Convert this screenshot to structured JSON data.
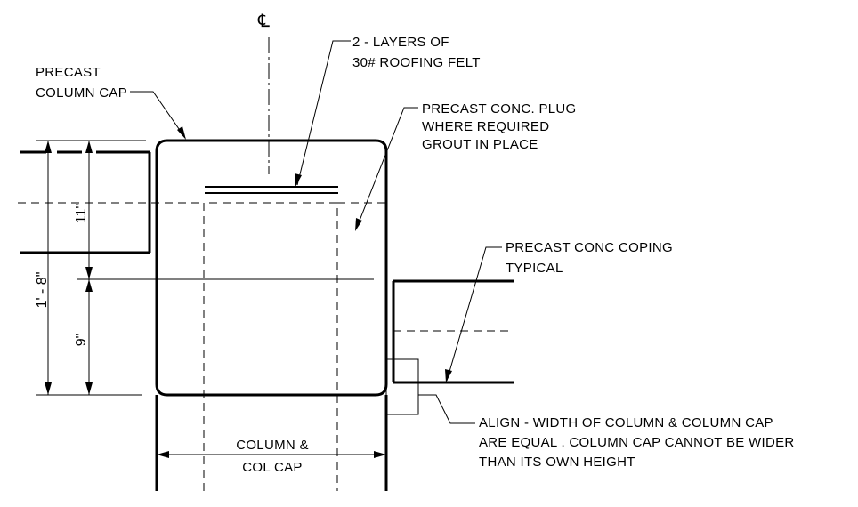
{
  "centerline_symbol": "℄",
  "labels": {
    "roofing_felt_line1": "2 - LAYERS OF",
    "roofing_felt_line2": "30# ROOFING FELT",
    "column_cap_line1": "PRECAST",
    "column_cap_line2": "COLUMN CAP",
    "plug_line1": "PRECAST CONC. PLUG",
    "plug_line2": "WHERE REQUIRED",
    "plug_line3": "GROUT IN PLACE",
    "coping_line1": "PRECAST CONC COPING",
    "coping_line2": "TYPICAL",
    "align_line1": "ALIGN - WIDTH OF COLUMN & COLUMN CAP",
    "align_line2": "ARE EQUAL . COLUMN CAP CANNOT BE WIDER",
    "align_line3": "THAN ITS OWN HEIGHT",
    "column_width_line1": "COLUMN &",
    "column_width_line2": "COL CAP"
  },
  "dimensions": {
    "overall_height": "1' - 8\"",
    "upper_height": "11\"",
    "lower_height": "9\""
  }
}
